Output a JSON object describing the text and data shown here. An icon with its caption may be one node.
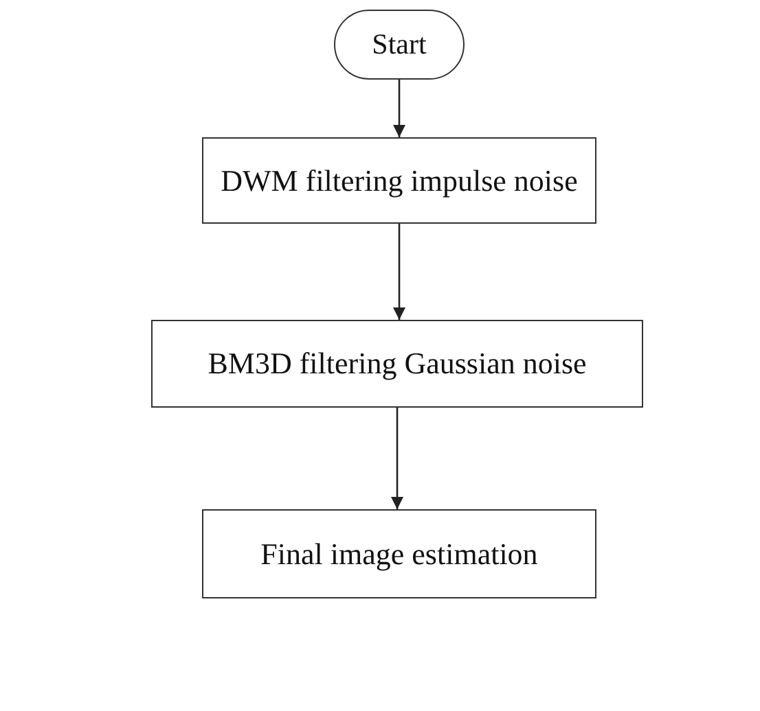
{
  "diagram": {
    "nodes": [
      {
        "text": [
          "Start"
        ]
      },
      {
        "text": [
          "DWM filtering impulse noise"
        ]
      },
      {
        "text": [
          "BM3D filtering Gaussian noise"
        ]
      },
      {
        "text": [
          "Final image estimation"
        ]
      }
    ],
    "edges": [
      {
        "from": 0,
        "to": 1,
        "arrow": "to"
      },
      {
        "from": 1,
        "to": 2,
        "arrow": "to"
      },
      {
        "from": 2,
        "to": 3,
        "arrow": "to"
      }
    ]
  }
}
